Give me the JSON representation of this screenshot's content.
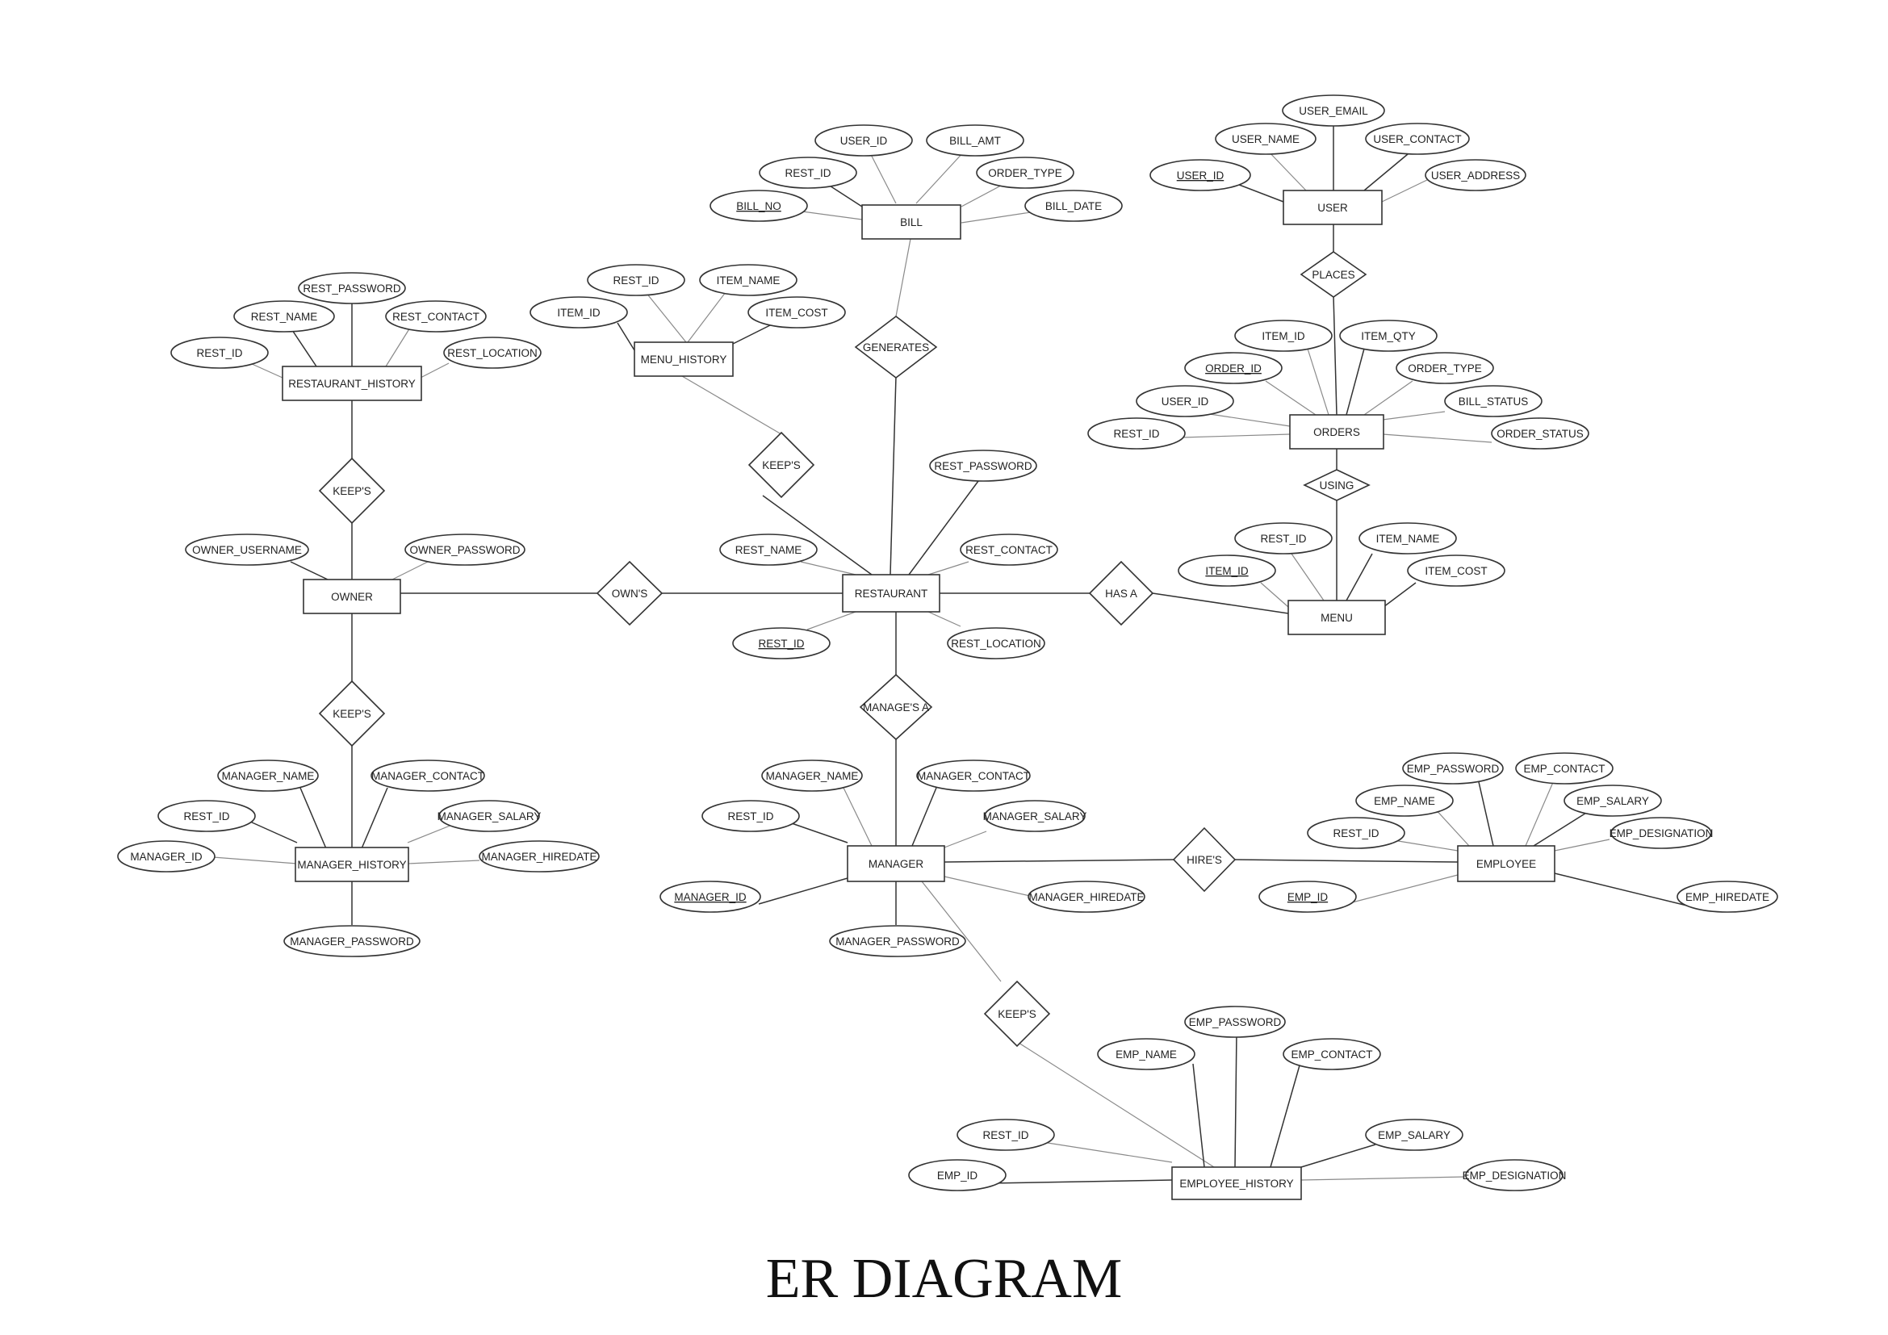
{
  "title": "ER DIAGRAM",
  "entities": {
    "bill": "BILL",
    "user": "USER",
    "menu_history": "MENU_HISTORY",
    "restaurant_history": "RESTAURANT_HISTORY",
    "orders": "ORDERS",
    "owner": "OWNER",
    "restaurant": "RESTAURANT",
    "menu": "MENU",
    "manager_history": "MANAGER_HISTORY",
    "manager": "MANAGER",
    "employee": "EMPLOYEE",
    "employee_history": "EMPLOYEE_HISTORY"
  },
  "relationships": {
    "generates": "GENERATES",
    "places": "PLACES",
    "keeps_menu": "KEEP'S",
    "keeps_restaurant": "KEEP'S",
    "using": "USING",
    "owns": "OWN'S",
    "has_a": "HAS A",
    "keeps_manager": "KEEP'S",
    "manages_a": "MANAGE'S A",
    "hires": "HIRE'S",
    "keeps_employee": "KEEP'S"
  },
  "attributes": {
    "bill": {
      "user_id": "USER_ID",
      "bill_amt": "BILL_AMT",
      "rest_id": "REST_ID",
      "order_type": "ORDER_TYPE",
      "bill_no": "BILL_NO",
      "bill_date": "BILL_DATE"
    },
    "user": {
      "user_email": "USER_EMAIL",
      "user_name": "USER_NAME",
      "user_contact": "USER_CONTACT",
      "user_id": "USER_ID",
      "user_address": "USER_ADDRESS"
    },
    "menu_history": {
      "rest_id": "REST_ID",
      "item_name": "ITEM_NAME",
      "item_id": "ITEM_ID",
      "item_cost": "ITEM_COST"
    },
    "restaurant_history": {
      "rest_password": "REST_PASSWORD",
      "rest_name": "REST_NAME",
      "rest_contact": "REST_CONTACT",
      "rest_id": "REST_ID",
      "rest_location": "REST_LOCATION"
    },
    "orders": {
      "item_id": "ITEM_ID",
      "item_qty": "ITEM_QTY",
      "order_id": "ORDER_ID",
      "order_type": "ORDER_TYPE",
      "user_id": "USER_ID",
      "bill_status": "BILL_STATUS",
      "rest_id": "REST_ID",
      "order_status": "ORDER_STATUS"
    },
    "owner": {
      "owner_username": "OWNER_USERNAME",
      "owner_password": "OWNER_PASSWORD"
    },
    "restaurant": {
      "rest_password": "REST_PASSWORD",
      "rest_name": "REST_NAME",
      "rest_contact": "REST_CONTACT",
      "rest_id": "REST_ID",
      "rest_location": "REST_LOCATION"
    },
    "menu": {
      "rest_id": "REST_ID",
      "item_name": "ITEM_NAME",
      "item_id": "ITEM_ID",
      "item_cost": "ITEM_COST"
    },
    "manager_history": {
      "manager_name": "MANAGER_NAME",
      "manager_contact": "MANAGER_CONTACT",
      "rest_id": "REST_ID",
      "manager_salary": "MANAGER_SALARY",
      "manager_id": "MANAGER_ID",
      "manager_hiredate": "MANAGER_HIREDATE",
      "manager_password": "MANAGER_PASSWORD"
    },
    "manager": {
      "manager_name": "MANAGER_NAME",
      "manager_contact": "MANAGER_CONTACT",
      "rest_id": "REST_ID",
      "manager_salary": "MANAGER_SALARY",
      "manager_id": "MANAGER_ID",
      "manager_hiredate": "MANAGER_HIREDATE",
      "manager_password": "MANAGER_PASSWORD"
    },
    "employee": {
      "emp_password": "EMP_PASSWORD",
      "emp_contact": "EMP_CONTACT",
      "emp_name": "EMP_NAME",
      "emp_salary": "EMP_SALARY",
      "rest_id": "REST_ID",
      "emp_designation": "EMP_DESIGNATION",
      "emp_id": "EMP_ID",
      "emp_hiredate": "EMP_HIREDATE"
    },
    "employee_history": {
      "emp_password": "EMP_PASSWORD",
      "emp_name": "EMP_NAME",
      "emp_contact": "EMP_CONTACT",
      "rest_id": "REST_ID",
      "emp_salary": "EMP_SALARY",
      "emp_id": "EMP_ID",
      "emp_designation": "EMP_DESIGNATION"
    }
  }
}
